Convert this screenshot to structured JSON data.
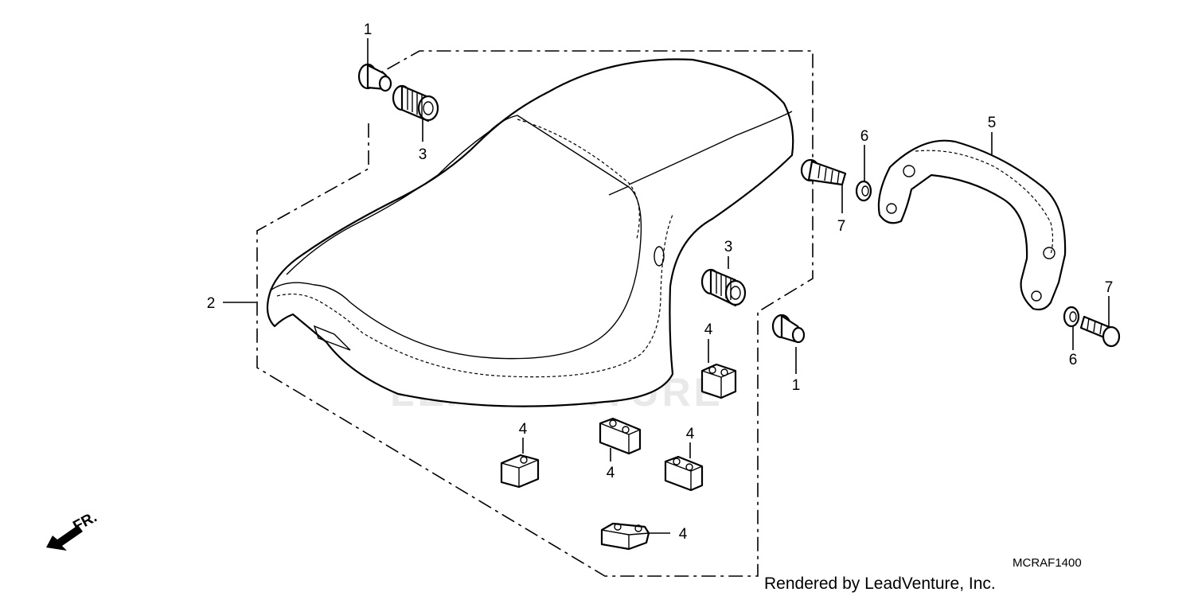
{
  "watermark": {
    "text": "LEADVENTURE"
  },
  "credit": "Rendered by LeadVenture, Inc.",
  "diagram_code": "MCRAF1400",
  "direction_label": "FR.",
  "callouts": {
    "c1a": "1",
    "c1b": "1",
    "c2": "2",
    "c3a": "3",
    "c3b": "3",
    "c4a": "4",
    "c4b": "4",
    "c4c": "4",
    "c4d": "4",
    "c4e": "4",
    "c5": "5",
    "c6a": "6",
    "c6b": "6",
    "c7a": "7",
    "c7b": "7"
  },
  "colors": {
    "line": "#000000",
    "background": "#ffffff",
    "watermark": "#e9e9e9"
  }
}
